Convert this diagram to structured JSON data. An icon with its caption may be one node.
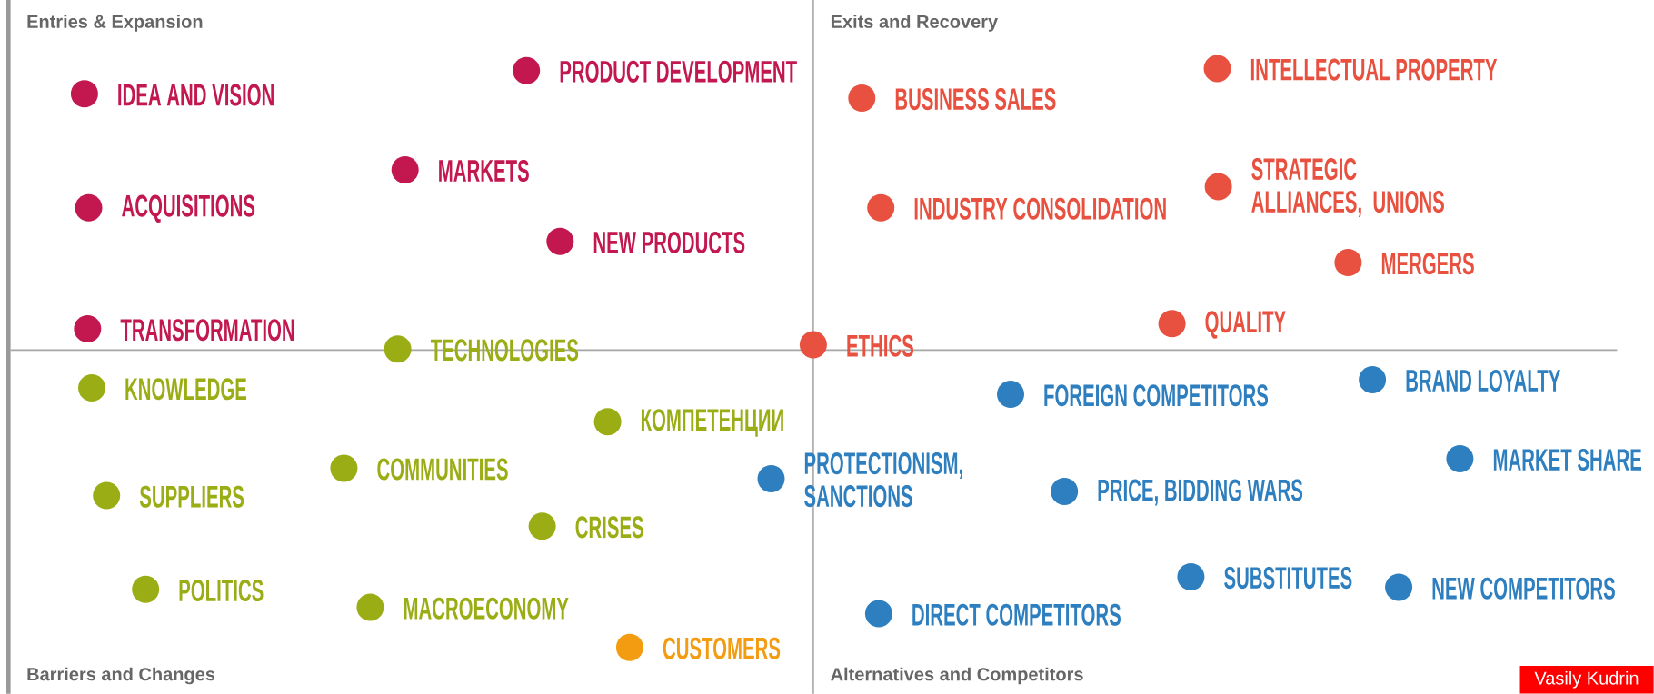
{
  "diagram": {
    "nodes": [
      {
        "text": [
          "IDEA AND VISION"
        ]
      },
      {
        "text": [
          "PRODUCT DEVELOPMENT"
        ]
      },
      {
        "text": [
          "MARKETS"
        ]
      },
      {
        "text": [
          "ACQUISITIONS"
        ]
      },
      {
        "text": [
          "NEW PRODUCTS"
        ]
      },
      {
        "text": [
          "TRANSFORMATION"
        ]
      },
      {
        "text": [
          "BUSINESS SALES"
        ]
      },
      {
        "text": [
          "INTELLECTUAL PROPERTY"
        ]
      },
      {
        "text": [
          "STRATEGIC ALLIANCES, UNIONS"
        ]
      },
      {
        "text": [
          "INDUSTRY CONSOLIDATION"
        ]
      },
      {
        "text": [
          "MERGERS"
        ]
      },
      {
        "text": [
          "QUALITY"
        ]
      },
      {
        "text": [
          "ETHICS"
        ]
      },
      {
        "text": [
          "TECHNOLOGIES"
        ]
      },
      {
        "text": [
          "KNOWLEDGE"
        ]
      },
      {
        "text": [
          "КОМПЕТЕНЦИИ"
        ]
      },
      {
        "text": [
          "COMMUNITIES"
        ]
      },
      {
        "text": [
          "SUPPLIERS"
        ]
      },
      {
        "text": [
          "CRISES"
        ]
      },
      {
        "text": [
          "POLITICS"
        ]
      },
      {
        "text": [
          "MACROECONOMY"
        ]
      },
      {
        "text": [
          "CUSTOMERS"
        ]
      },
      {
        "text": [
          "FOREIGN COMPETITORS"
        ]
      },
      {
        "text": [
          "BRAND LOYALTY"
        ]
      },
      {
        "text": [
          "PROTECTIONISM, SANCTIONS"
        ]
      },
      {
        "text": [
          "MARKET SHARE"
        ]
      },
      {
        "text": [
          "PRICE, BIDDING WARS"
        ]
      },
      {
        "text": [
          "SUBSTITUTES"
        ]
      },
      {
        "text": [
          "NEW COMPETITORS"
        ]
      },
      {
        "text": [
          "DIRECT COMPETITORS"
        ]
      }
    ],
    "labels": [
      "Entries & Expansion",
      "Exits and Recovery",
      "Barriers and Changes",
      "Alternatives and Competitors",
      "Vasily Kudrin"
    ]
  }
}
